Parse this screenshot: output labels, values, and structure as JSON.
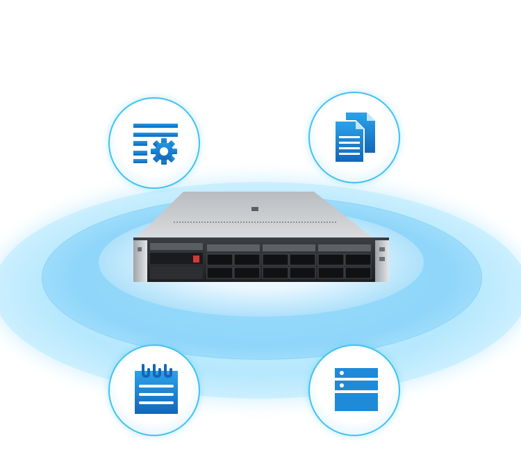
{
  "scene": {
    "subject": "rack-server",
    "icons": [
      {
        "name": "config-list-gear-icon",
        "position": "top-left"
      },
      {
        "name": "documents-icon",
        "position": "top-right"
      },
      {
        "name": "notepad-icon",
        "position": "bottom-left"
      },
      {
        "name": "server-stack-icon",
        "position": "bottom-right"
      }
    ],
    "drive_bays": 12
  },
  "colors": {
    "icon_blue": "#1e8ad8",
    "icon_blue_dark": "#1466b8",
    "ring_light": "#b6e8fd",
    "ring_mid": "#8fd6fa",
    "bubble_border": "#40c2ee",
    "server_top": "#c9cbce",
    "server_front": "#2a2c30",
    "accent_red": "#d23a3a"
  }
}
